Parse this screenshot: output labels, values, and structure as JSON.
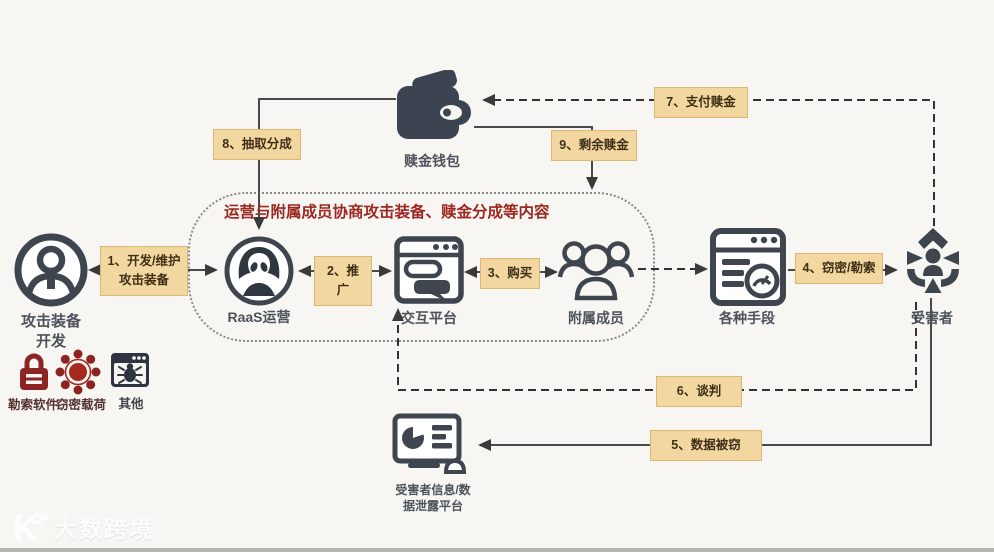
{
  "note": "运营与附属成员协商攻击装备、赎金分成等内容",
  "nodes": {
    "wallet": "赎金钱包",
    "attacker_line1": "攻击装备",
    "attacker_line2": "开发",
    "raas": "RaaS运营",
    "platform": "交互平台",
    "affiliates": "附属成员",
    "methods": "各种手段",
    "victim": "受害者",
    "leak_line1": "受害者信息/数",
    "leak_line2": "据泄露平台"
  },
  "edges": {
    "e1_line1": "1、开发/维护",
    "e1_line2": "攻击装备",
    "e2": "2、推广",
    "e3": "3、购买",
    "e4": "4、窃密/勒索",
    "e5": "5、数据被窃",
    "e6": "6、谈判",
    "e7": "7、支付赎金",
    "e8": "8、抽取分成",
    "e9": "9、剩余赎金"
  },
  "legend": {
    "ransomware": "勒索软件",
    "payload": "窃密载荷",
    "other": "其他"
  },
  "watermark": "大数跨境",
  "colors": {
    "icon_dark": "#3f454f",
    "icon_red": "#8b2423",
    "note_red": "#9e2620",
    "tag_bg": "#f3d7a0",
    "tag_border": "#ddb874",
    "background": "#f7f6f2",
    "line_solid": "#4a4a4a",
    "line_dashed": "#333333"
  }
}
